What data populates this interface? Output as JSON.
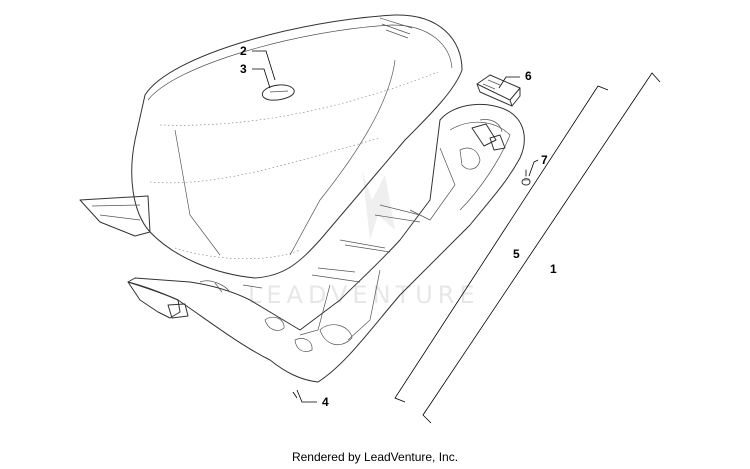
{
  "callouts": {
    "c1": "1",
    "c2": "2",
    "c3": "3",
    "c4": "4",
    "c5": "5",
    "c6": "6",
    "c7": "7"
  },
  "watermark": "LEADVENTURE",
  "footer": "Rendered by LeadVenture, Inc."
}
